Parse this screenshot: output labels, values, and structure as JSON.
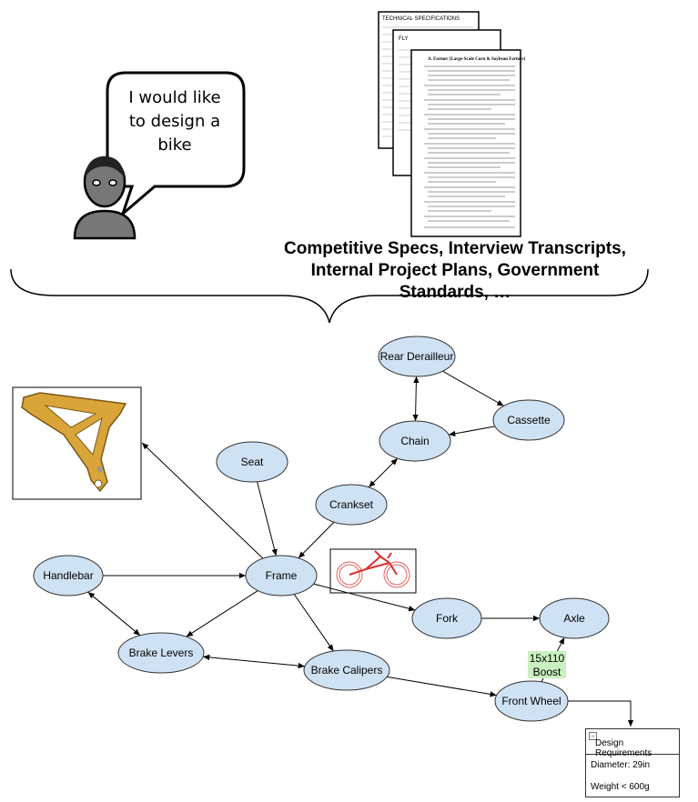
{
  "speech": {
    "text_lines": [
      "I would like",
      "to design a",
      "bike"
    ]
  },
  "sources": {
    "lines": [
      "Competitive Specs, Interview Transcripts,",
      "Internal Project Plans, Government",
      "Standards, …"
    ]
  },
  "documents": {
    "back_title": "TECHNICAL SPECIFICATIONS",
    "middle_title": "FLY",
    "front_title": "A. Farmer (Large-Scale Corn & Soybean Farmer)"
  },
  "graph": {
    "nodes": [
      {
        "id": "rear_derailleur",
        "label": "Rear Derailleur"
      },
      {
        "id": "cassette",
        "label": "Cassette"
      },
      {
        "id": "chain",
        "label": "Chain"
      },
      {
        "id": "seat",
        "label": "Seat"
      },
      {
        "id": "crankset",
        "label": "Crankset"
      },
      {
        "id": "handlebar",
        "label": "Handlebar"
      },
      {
        "id": "frame",
        "label": "Frame"
      },
      {
        "id": "fork",
        "label": "Fork"
      },
      {
        "id": "axle",
        "label": "Axle"
      },
      {
        "id": "brake_levers",
        "label": "Brake Levers"
      },
      {
        "id": "brake_calipers",
        "label": "Brake Calipers"
      },
      {
        "id": "front_wheel",
        "label": "Front Wheel"
      }
    ],
    "edges": [
      {
        "from": "rear_derailleur",
        "to": "cassette",
        "both": false
      },
      {
        "from": "rear_derailleur",
        "to": "chain",
        "both": true
      },
      {
        "from": "cassette",
        "to": "chain",
        "both": false
      },
      {
        "from": "chain",
        "to": "crankset",
        "both": true
      },
      {
        "from": "crankset",
        "to": "frame",
        "both": false
      },
      {
        "from": "seat",
        "to": "frame",
        "both": false
      },
      {
        "from": "handlebar",
        "to": "frame",
        "both": false
      },
      {
        "from": "frame",
        "to": "fork",
        "both": false
      },
      {
        "from": "frame",
        "to": "brake_levers",
        "both": false
      },
      {
        "from": "frame",
        "to": "brake_calipers",
        "both": false
      },
      {
        "from": "handlebar",
        "to": "brake_levers",
        "both": true
      },
      {
        "from": "brake_levers",
        "to": "brake_calipers",
        "both": true
      },
      {
        "from": "brake_calipers",
        "to": "front_wheel",
        "both": false
      },
      {
        "from": "fork",
        "to": "axle",
        "both": false
      },
      {
        "from": "front_wheel",
        "to": "axle",
        "both": false
      }
    ],
    "edge_label": [
      "15x110",
      "Boost"
    ],
    "colors": {
      "node_fill": "#cfe2f3",
      "node_stroke": "#333333",
      "edge_label_bg": "#c9f0c0",
      "frame_part": "#d9a43a",
      "bike_sketch": "#e06060"
    }
  },
  "requirements": {
    "title": "Design Requirements",
    "lines": [
      "Diameter: 29in",
      "Weight < 600g"
    ]
  }
}
